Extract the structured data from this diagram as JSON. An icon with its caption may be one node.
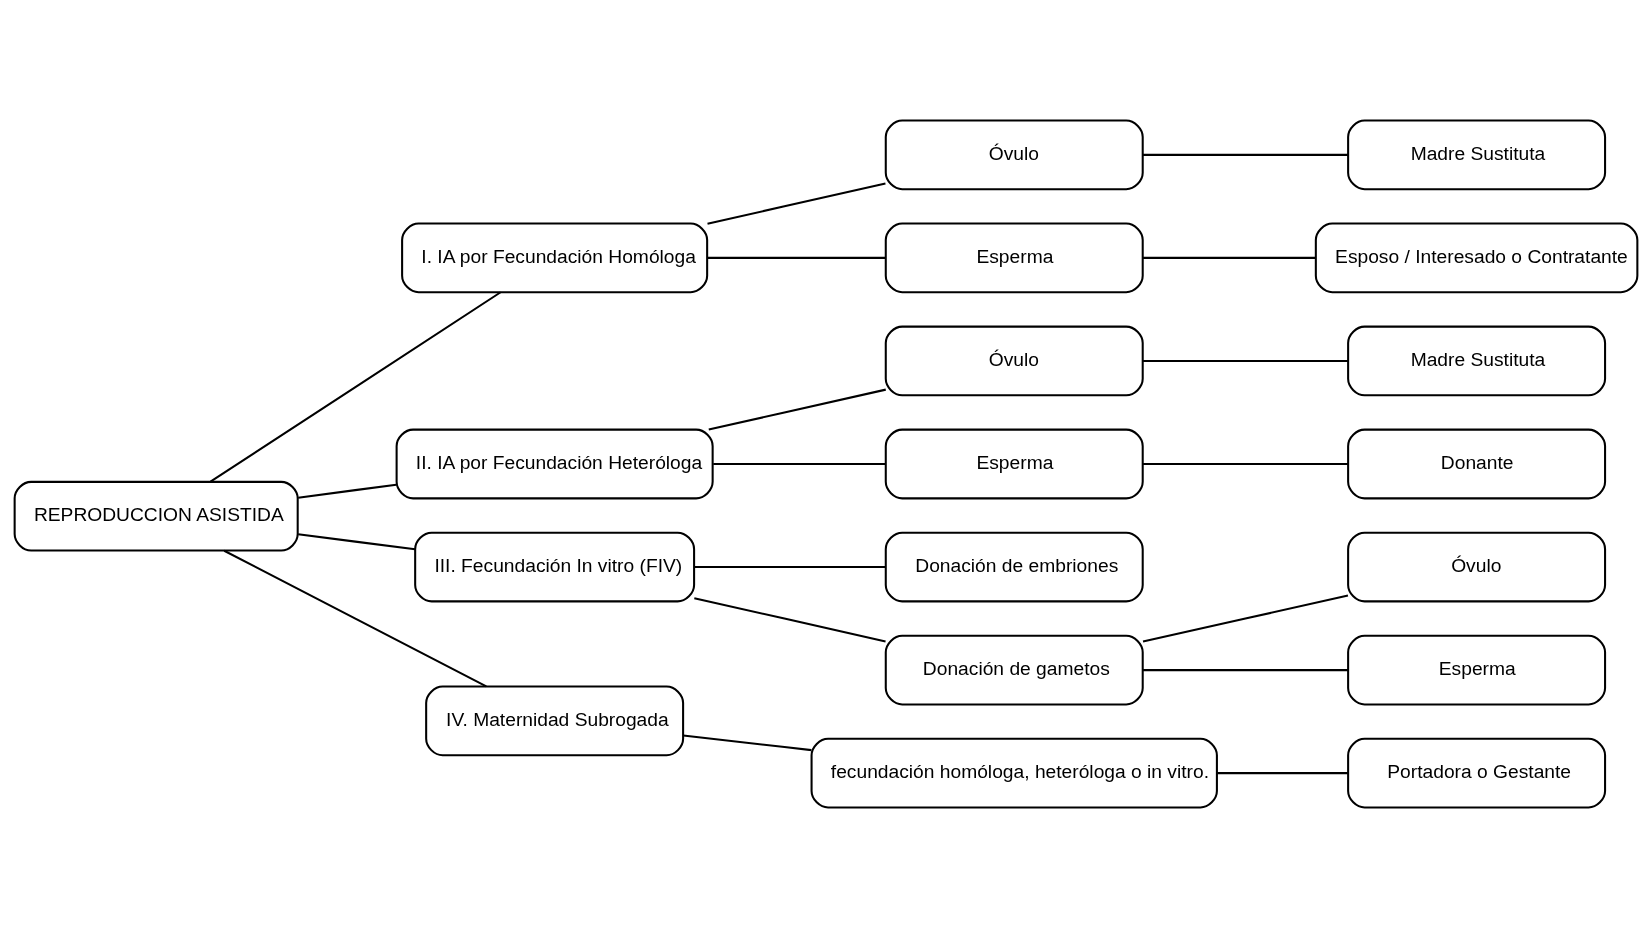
{
  "diagram": {
    "nodes": [
      {
        "text": [
          "REPRODUCCION ASISTIDA"
        ]
      },
      {
        "text": [
          "I. IA por Fecundación Homóloga"
        ]
      },
      {
        "text": [
          "Óvulo"
        ]
      },
      {
        "text": [
          "Madre Sustituta"
        ]
      },
      {
        "text": [
          "Esperma"
        ]
      },
      {
        "text": [
          "Esposo / Interesado o Contratante"
        ]
      },
      {
        "text": [
          "II. IA por Fecundación Heteróloga"
        ]
      },
      {
        "text": [
          "Óvulo"
        ]
      },
      {
        "text": [
          "Madre Sustituta"
        ]
      },
      {
        "text": [
          "Esperma"
        ]
      },
      {
        "text": [
          "Donante"
        ]
      },
      {
        "text": [
          "III. Fecundación In vitro (FIV)"
        ]
      },
      {
        "text": [
          "Donación de embriones"
        ]
      },
      {
        "text": [
          "Donación de gametos"
        ]
      },
      {
        "text": [
          "Óvulo"
        ]
      },
      {
        "text": [
          "Esperma"
        ]
      },
      {
        "text": [
          "IV. Maternidad Subrogada"
        ]
      },
      {
        "text": [
          "fecundación homóloga, heteróloga o in vitro."
        ]
      },
      {
        "text": [
          "Portadora o Gestante"
        ]
      }
    ],
    "edges": [
      {
        "from": 0,
        "to": 1,
        "arrow": "none"
      },
      {
        "from": 1,
        "to": 2,
        "arrow": "none"
      },
      {
        "from": 2,
        "to": 3,
        "arrow": "none"
      },
      {
        "from": 1,
        "to": 4,
        "arrow": "none"
      },
      {
        "from": 4,
        "to": 5,
        "arrow": "none"
      },
      {
        "from": 0,
        "to": 6,
        "arrow": "none"
      },
      {
        "from": 6,
        "to": 7,
        "arrow": "none"
      },
      {
        "from": 7,
        "to": 8,
        "arrow": "none"
      },
      {
        "from": 6,
        "to": 9,
        "arrow": "none"
      },
      {
        "from": 9,
        "to": 10,
        "arrow": "none"
      },
      {
        "from": 0,
        "to": 11,
        "arrow": "none"
      },
      {
        "from": 11,
        "to": 12,
        "arrow": "none"
      },
      {
        "from": 11,
        "to": 13,
        "arrow": "none"
      },
      {
        "from": 13,
        "to": 14,
        "arrow": "none"
      },
      {
        "from": 13,
        "to": 15,
        "arrow": "none"
      },
      {
        "from": 0,
        "to": 16,
        "arrow": "none"
      },
      {
        "from": 16,
        "to": 17,
        "arrow": "none"
      },
      {
        "from": 17,
        "to": 18,
        "arrow": "none"
      }
    ]
  }
}
